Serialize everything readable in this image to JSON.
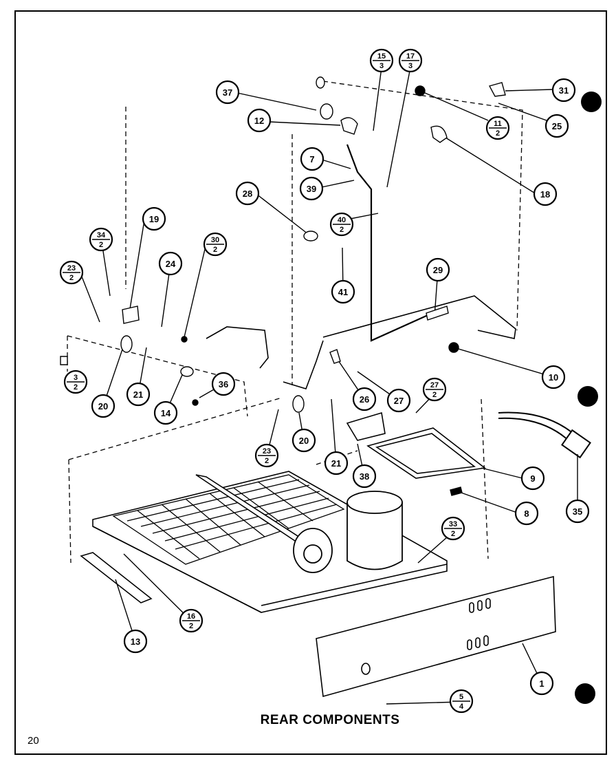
{
  "diagram": {
    "title": "REAR COMPONENTS",
    "page_number": "20",
    "callouts": [
      {
        "id": "15-3",
        "top": "15",
        "bottom": "3"
      },
      {
        "id": "17-3",
        "top": "17",
        "bottom": "3"
      },
      {
        "id": "37",
        "label": "37"
      },
      {
        "id": "31",
        "label": "31"
      },
      {
        "id": "12",
        "label": "12"
      },
      {
        "id": "11-2",
        "top": "11",
        "bottom": "2"
      },
      {
        "id": "25",
        "label": "25"
      },
      {
        "id": "7",
        "label": "7"
      },
      {
        "id": "18",
        "label": "18"
      },
      {
        "id": "39",
        "label": "39"
      },
      {
        "id": "28",
        "label": "28"
      },
      {
        "id": "40-2",
        "top": "40",
        "bottom": "2"
      },
      {
        "id": "19",
        "label": "19"
      },
      {
        "id": "34-2",
        "top": "34",
        "bottom": "2"
      },
      {
        "id": "30-2",
        "top": "30",
        "bottom": "2"
      },
      {
        "id": "24",
        "label": "24"
      },
      {
        "id": "23-2a",
        "top": "23",
        "bottom": "2"
      },
      {
        "id": "41",
        "label": "41"
      },
      {
        "id": "29",
        "label": "29"
      },
      {
        "id": "3-2",
        "top": "3",
        "bottom": "2"
      },
      {
        "id": "20a",
        "label": "20"
      },
      {
        "id": "21a",
        "label": "21"
      },
      {
        "id": "14",
        "label": "14"
      },
      {
        "id": "36",
        "label": "36"
      },
      {
        "id": "10",
        "label": "10"
      },
      {
        "id": "26",
        "label": "26"
      },
      {
        "id": "27",
        "label": "27"
      },
      {
        "id": "27-2",
        "top": "27",
        "bottom": "2"
      },
      {
        "id": "23-2b",
        "top": "23",
        "bottom": "2"
      },
      {
        "id": "20b",
        "label": "20"
      },
      {
        "id": "21b",
        "label": "21"
      },
      {
        "id": "38",
        "label": "38"
      },
      {
        "id": "9",
        "label": "9"
      },
      {
        "id": "35",
        "label": "35"
      },
      {
        "id": "8",
        "label": "8"
      },
      {
        "id": "33-2",
        "top": "33",
        "bottom": "2"
      },
      {
        "id": "16-2",
        "top": "16",
        "bottom": "2"
      },
      {
        "id": "13",
        "label": "13"
      },
      {
        "id": "1",
        "label": "1"
      },
      {
        "id": "5-4",
        "top": "5",
        "bottom": "4"
      }
    ]
  }
}
